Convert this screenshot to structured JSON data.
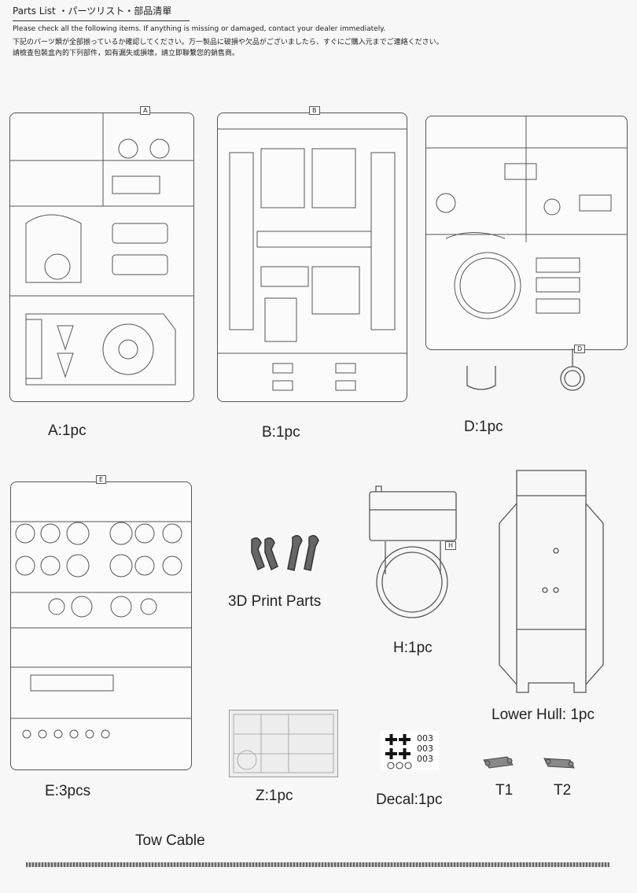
{
  "header": {
    "title": "Parts List ・パーツリスト・部品清單",
    "line_en": "Please check all the following items. If anything is missing or damaged, contact your dealer immediately.",
    "line_ja": "下記のパーツ類が全部揃っているか確認してください。万一製品に破損や欠品がございましたら、すぐにご購入元までご連絡ください。",
    "line_zh": "請檢查包裝盒內的下列部件，如有漏失或損壞，請立即聯繫您的銷售商。"
  },
  "sprues": {
    "A": {
      "letter": "A",
      "label": "A:1pc"
    },
    "B": {
      "letter": "B",
      "label": "B:1pc"
    },
    "D": {
      "letter": "D",
      "label": "D:1pc"
    },
    "E": {
      "letter": "E",
      "label": "E:3pcs"
    },
    "H": {
      "letter": "H",
      "label": "H:1pc"
    },
    "Z": {
      "label": "Z:1pc"
    }
  },
  "other_parts": {
    "print_parts": "3D Print Parts",
    "lower_hull": "Lower Hull: 1pc",
    "decal_label": "Decal:1pc",
    "decal_numbers": [
      "003",
      "003",
      "003"
    ],
    "t1": "T1",
    "t2": "T2",
    "tow_cable": "Tow Cable"
  }
}
